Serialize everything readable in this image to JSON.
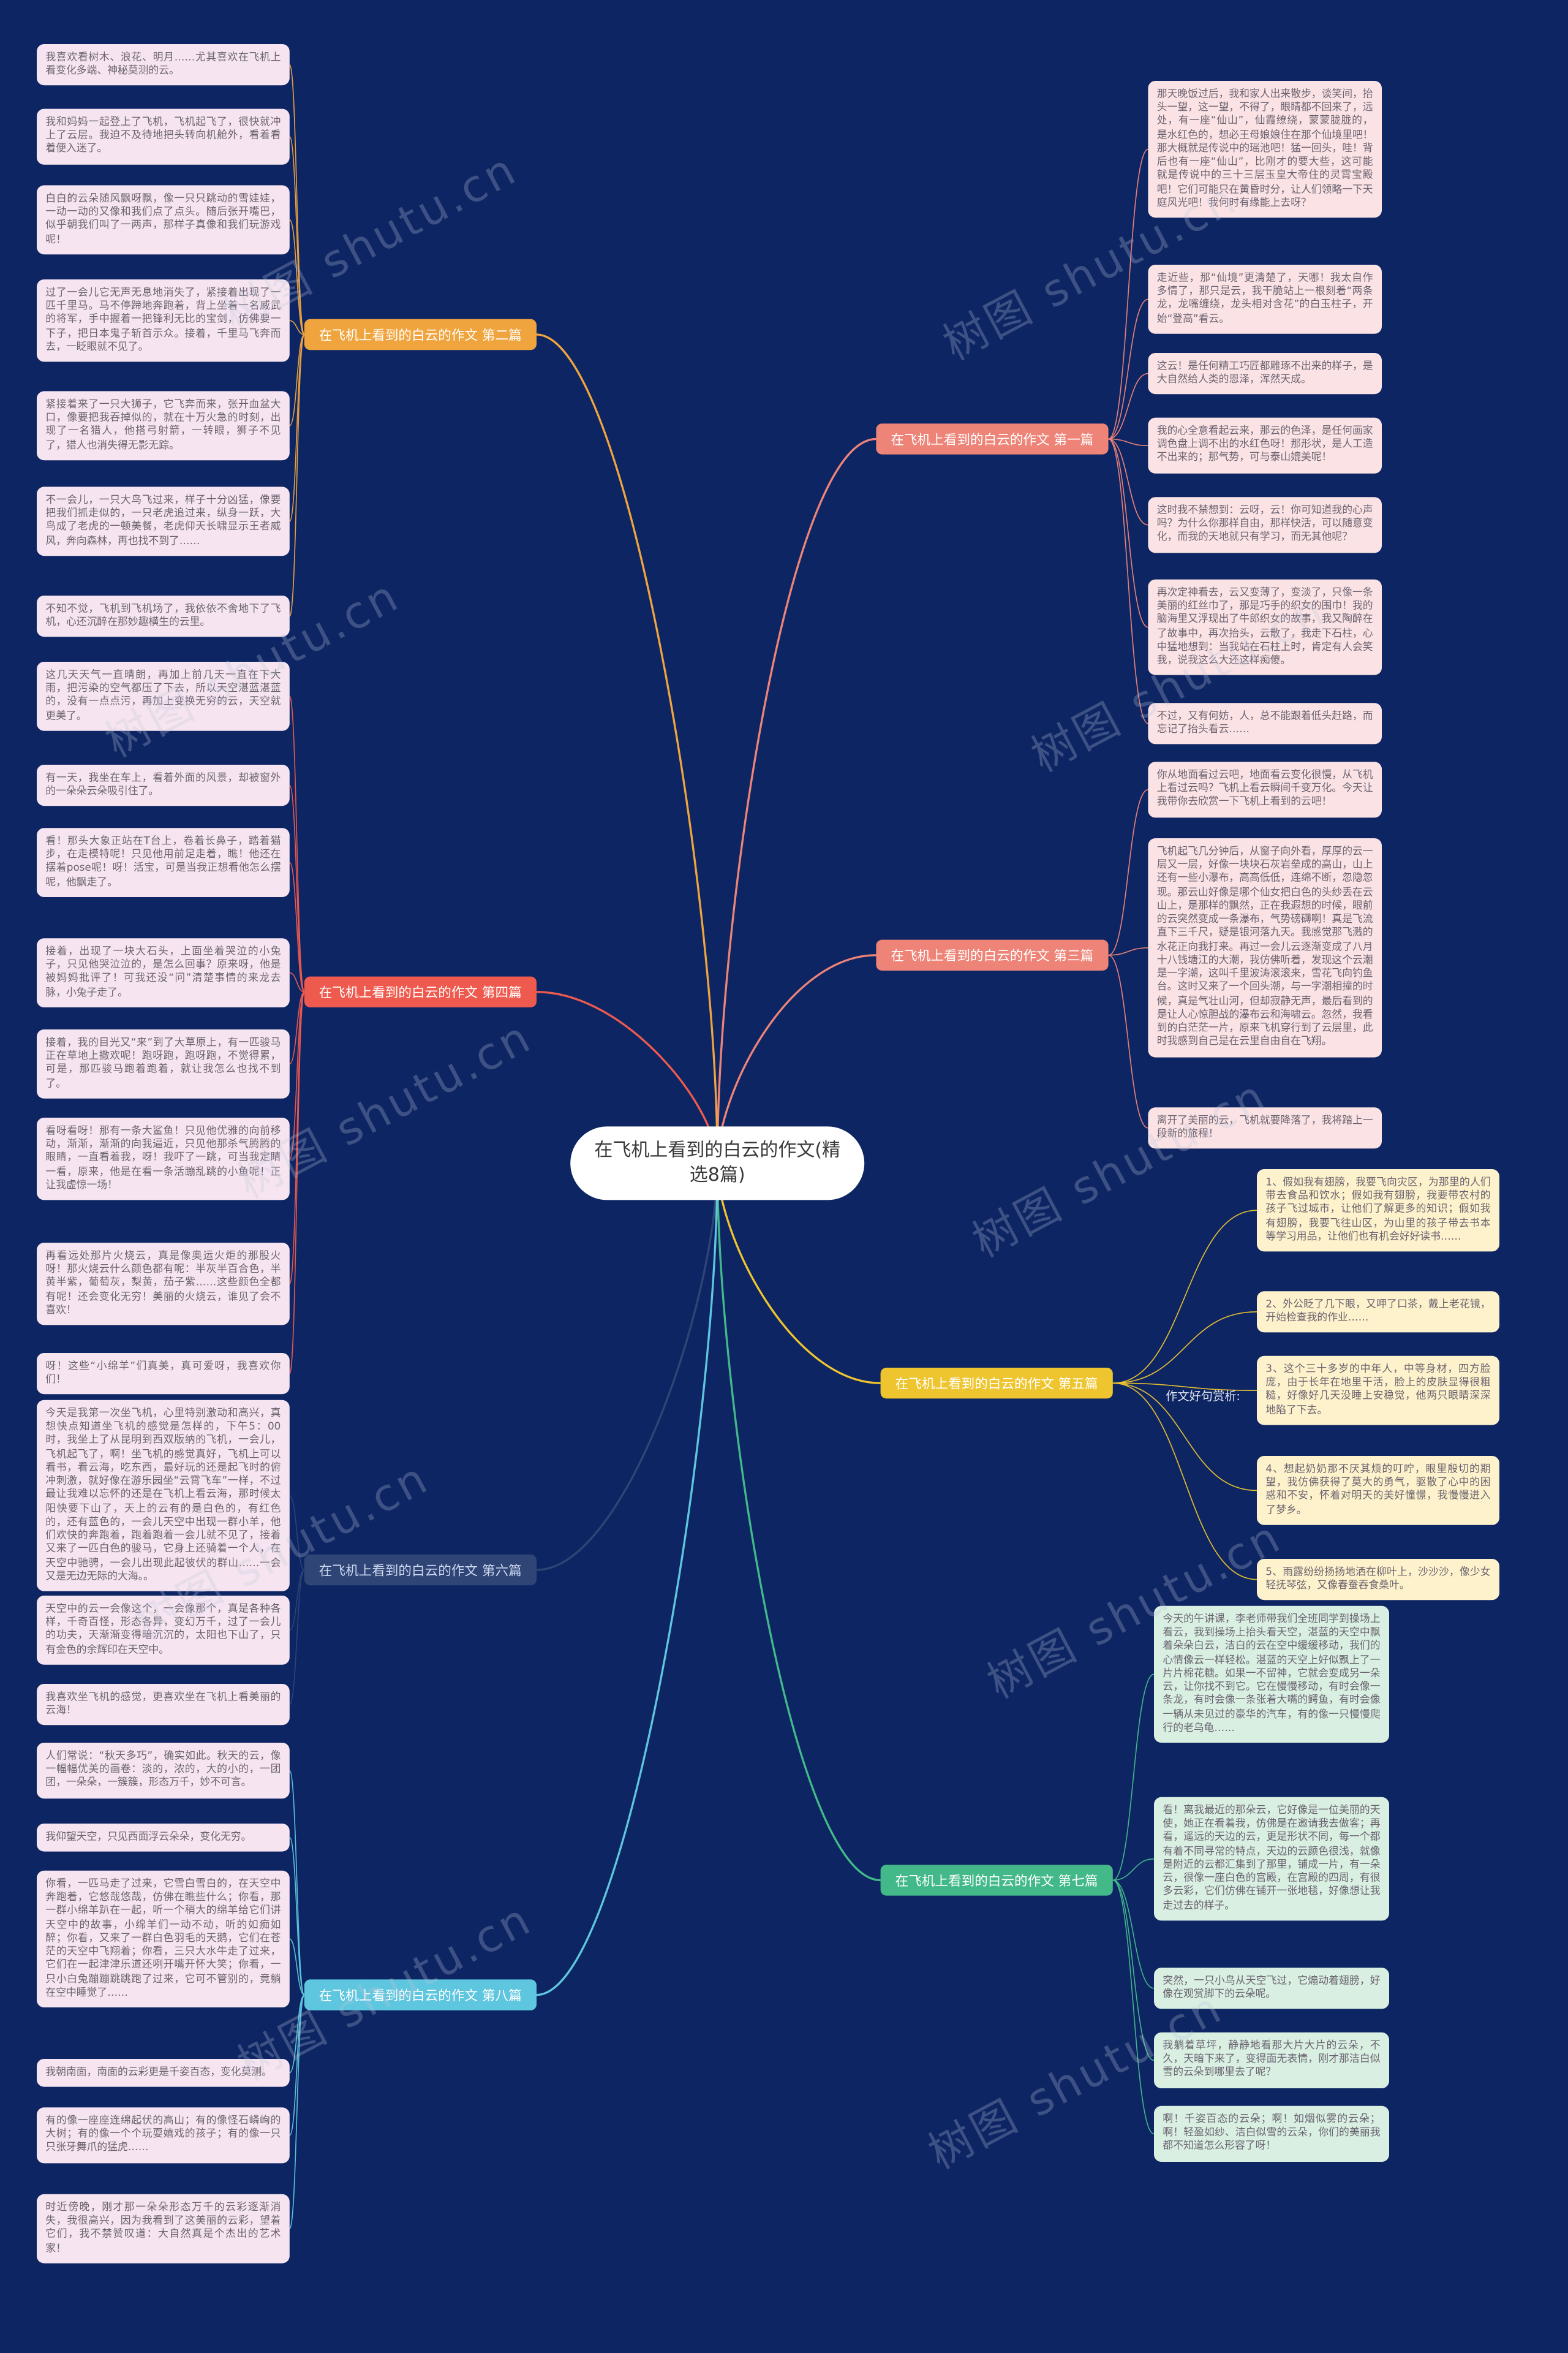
{
  "center": {
    "title": "在飞机上看到的白云的作文(精选8篇)"
  },
  "watermark": {
    "text": "树图 shutu.cn"
  },
  "annotation": {
    "label": "作文好句赏析:"
  },
  "branches": [
    {
      "id": "b1",
      "label": "在飞机上看到的白云的作文 第一篇",
      "color": "#ee8478",
      "text_color": "#ffffff"
    },
    {
      "id": "b2",
      "label": "在飞机上看到的白云的作文 第二篇",
      "color": "#f0a43e",
      "text_color": "#ffffff"
    },
    {
      "id": "b3",
      "label": "在飞机上看到的白云的作文 第三篇",
      "color": "#ee8478",
      "text_color": "#ffffff"
    },
    {
      "id": "b4",
      "label": "在飞机上看到的白云的作文 第四篇",
      "color": "#ef5a4e",
      "text_color": "#ffffff"
    },
    {
      "id": "b5",
      "label": "在飞机上看到的白云的作文 第五篇",
      "color": "#eec52e",
      "text_color": "#ffffff"
    },
    {
      "id": "b6",
      "label": "在飞机上看到的白云的作文 第六篇",
      "color": "#2f4576",
      "text_color": "#ccd7ef"
    },
    {
      "id": "b7",
      "label": "在飞机上看到的白云的作文 第七篇",
      "color": "#43b98a",
      "text_color": "#ffffff"
    },
    {
      "id": "b8",
      "label": "在飞机上看到的白云的作文 第八篇",
      "color": "#5ec6de",
      "text_color": "#ffffff"
    }
  ],
  "paragraphs": {
    "left": [
      "我喜欢看树木、浪花、明月……尤其喜欢在飞机上看变化多端、神秘莫测的云。",
      "我和妈妈一起登上了飞机，飞机起飞了，很快就冲上了云层。我迫不及待地把头转向机舱外，看着看着便入迷了。",
      "白白的云朵随风飘呀飘，像一只只跳动的雪娃娃，一动一动的又像和我们点了点头。随后张开嘴巴，似乎朝我们叫了一两声，那样子真像和我们玩游戏呢！",
      "过了一会儿它无声无息地消失了，紧接着出现了一匹千里马。马不停蹄地奔跑着，背上坐着一名威武的将军，手中握着一把锋利无比的宝剑，仿佛要一下子，把日本鬼子斩首示众。接着，千里马飞奔而去，一眨眼就不见了。",
      "紧接着来了一只大狮子，它飞奔而来，张开血盆大口，像要把我吞掉似的，就在十万火急的时刻，出现了一名猎人，他搭弓射箭，一转眼，狮子不见了，猎人也消失得无影无踪。",
      "不一会儿，一只大鸟飞过来，样子十分凶猛，像要把我们抓走似的，一只老虎追过来，纵身一跃，大鸟成了老虎的一顿美餐，老虎仰天长啸显示王者威风，奔向森林，再也找不到了……",
      "不知不觉，飞机到飞机场了，我依依不舍地下了飞机，心还沉醉在那妙趣横生的云里。",
      "这几天天气一直晴朗，再加上前几天一直在下大雨，把污染的空气都压了下去，所以天空湛蓝湛蓝的，没有一点点污，再加上变换无穷的云，天空就更美了。",
      "有一天，我坐在车上，看着外面的风景，却被窗外的一朵朵云朵吸引住了。",
      "看！那头大象正站在T台上，卷着长鼻子，踏着猫步，在走模特呢！只见他用前足走着，瞧！他还在摆着pose呢！呀！活宝，可是当我正想看他怎么摆呢，他飘走了。",
      "接着，出现了一块大石头，上面坐着哭泣的小兔子，只见他哭泣泣的，是怎么回事？原来呀，他是被妈妈批评了！可我还没“问”清楚事情的来龙去脉，小兔子走了。",
      "接着，我的目光又“来”到了大草原上，有一匹骏马正在草地上撒欢呢！跑呀跑，跑呀跑，不觉得累，可是，那匹骏马跑着跑着，就让我怎么也找不到了。",
      "看呀看呀！那有一条大鲨鱼！只见他优雅的向前移动，渐渐，渐渐的向我逼近，只见他那杀气腾腾的眼睛，一直看着我，呀！我吓了一跳，可当我定睛一看，原来，他是在看一条活蹦乱跳的小鱼呢！正让我虚惊一场！",
      "再看远处那片火烧云，真是像奥运火炬的那股火呀！那火烧云什么颜色都有呢：半灰半百合色，半黄半紫，葡萄灰，梨黄，茄子紫……这些颜色全都有呢！还会变化无穷！美丽的火烧云，谁见了会不喜欢！",
      "呀！这些“小绵羊”们真美，真可爱呀，我喜欢你们！",
      "今天是我第一次坐飞机，心里特别激动和高兴，真想快点知道坐飞机的感觉是怎样的，下午5：00时，我坐上了从昆明到西双版纳的飞机，一会儿，飞机起飞了，啊！坐飞机的感觉真好，飞机上可以看书，看云海，吃东西，最好玩的还是起飞时的俯冲刺激，就好像在游乐园坐“云霄飞车”一样，不过最让我难以忘怀的还是在飞机上看云海，那时候太阳快要下山了，天上的云有的是白色的，有红色的，还有蓝色的，一会儿天空中出现一群小羊，他们欢快的奔跑着，跑着跑着一会儿就不见了，接着又来了一匹白色的骏马，它身上还骑着一个人，在天空中驰骋，一会儿出现此起彼伏的群山……一会又是无边无际的大海。。",
      "天空中的云一会像这个，一会像那个，真是各种各样，千奇百怪，形态各异，变幻万千，过了一会儿的功夫，天渐渐变得暗沉沉的，太阳也下山了，只有金色的余辉印在天空中。",
      "我喜欢坐飞机的感觉，更喜欢坐在飞机上看美丽的云海！",
      "人们常说：“秋天多巧”，确实如此。秋天的云，像一幅幅优美的画卷：淡的，浓的，大的小的，一团团，一朵朵，一簇簇，形态万千，妙不可言。",
      "我仰望天空，只见西面浮云朵朵，变化无穷。",
      "你看，一匹马走了过来，它雪白雪白的，在天空中奔跑着，它悠哉悠哉，仿佛在瞧些什么；你看，那一群小绵羊趴在一起，听一个稍大的绵羊给它们讲天空中的故事，小绵羊们一动不动，听的如痴如醉；你看，又来了一群白色羽毛的天鹅，它们在苍茫的天空中飞翔着；你看，三只大水牛走了过来，它们在一起津津乐道还咧开嘴开怀大笑；你看，一只小白兔蹦蹦跳跳跑了过来，它可不管别的，竟躺在空中睡觉了……",
      "我朝南面，南面的云彩更是千姿百态，变化莫测。",
      "有的像一座座连绵起伏的高山；有的像怪石嶙峋的大树；有的像一个个玩耍嬉戏的孩子；有的像一只只张牙舞爪的猛虎……",
      "时近傍晚，刚才那一朵朵形态万千的云彩逐渐消失，我很高兴，因为我看到了这美丽的云彩，望着它们，我不禁赞叹道：大自然真是个杰出的艺术家！"
    ],
    "right_pink": [
      "那天晚饭过后，我和家人出来散步，谈笑间，抬头一望，这一望，不得了，眼睛都不回来了，远处，有一座“仙山”，仙霞缭绕，蒙蒙胧胧的，是水红色的，想必王母娘娘住在那个仙境里吧！那大概就是传说中的瑶池吧！猛一回头，哇！背后也有一座“仙山”，比刚才的要大些，这可能就是传说中的三十三层玉皇大帝住的灵霄宝殿吧！它们可能只在黄昏时分，让人们领略一下天庭风光吧！我何时有缘能上去呀？",
      "走近些，那“仙境”更清楚了，天哪！我太自作多情了，那只是云，我干脆站上一根刻着“两条龙，龙嘴缠绕，龙头相对含花”的白玉柱子，开始“登高”看云。",
      "这云！是任何精工巧匠都雕琢不出来的样子，是大自然给人类的恩泽，浑然天成。",
      "我的心全意看起云来，那云的色泽，是任何画家调色盘上调不出的水红色呀！那形状，是人工造不出来的；那气势，可与泰山媲美呢！",
      "这时我不禁想到：云呀，云！你可知道我的心声吗？为什么你那样自由，那样快活，可以随意变化，而我的天地就只有学习，而无其他呢？",
      "再次定神看去，云又变薄了，变淡了，只像一条美丽的红丝巾了，那是巧手的织女的围巾！我的脑海里又浮现出了牛郎织女的故事，我又陶醉在了故事中，再次抬头，云散了，我走下石柱，心中猛地想到：当我站在石柱上时，肯定有人会笑我，说我这么大还这样痴傻。",
      "不过，又有何妨，人，总不能跟着低头赶路，而忘记了抬头看云……",
      "你从地面看过云吧，地面看云变化很慢，从飞机上看过云吗？飞机上看云瞬间千变万化。今天让我带你去欣赏一下飞机上看到的云吧！",
      "飞机起飞几分钟后，从窗子向外看，厚厚的云一层又一层，好像一块块石灰岩垒成的高山，山上还有一些小瀑布，高高低低，连绵不断，忽隐忽现。那云山好像是哪个仙女把白色的头纱丢在云山上，是那样的飘然，正在我遐想的时候，眼前的云突然变成一条瀑布，气势磅礴啊！真是飞流直下三千尺，疑是银河落九天。我感觉那飞溅的水花正向我打来。再过一会儿云逐渐变成了八月十八钱塘江的大潮，我仿佛听着，发现这个云潮是一字潮，这叫千里波涛滚滚来，雪花飞向钓鱼台。这时又来了一个回头潮，与一字潮相撞的时候，真是气壮山河，但却寂静无声，最后看到的是让人心惊胆战的瀑布云和海啸云。忽然，我看到的白茫茫一片，原来飞机穿行到了云层里，此时我感到自己是在云里自由自在飞翔。",
      "离开了美丽的云，飞机就要降落了，我将踏上一段新的旅程！"
    ],
    "yellow": [
      "1、假如我有翅膀，我要飞向灾区，为那里的人们带去食品和饮水；假如我有翅膀，我要带农村的孩子飞过城市，让他们了解更多的知识；假如我有翅膀，我要飞往山区，为山里的孩子带去书本等学习用品，让他们也有机会好好读书……",
      "2、外公眨了几下眼，又呷了口茶，戴上老花镜，开始检查我的作业……",
      "3、这个三十多岁的中年人，中等身材，四方脸庞，由于长年在地里干活，脸上的皮肤显得很粗糙，好像好几天没睡上安稳觉，他两只眼睛深深地陷了下去。",
      "4、想起奶奶那不厌其烦的叮咛，眼里殷切的期望，我仿佛获得了莫大的勇气，驱散了心中的困惑和不安，怀着对明天的美好憧憬，我慢慢进入了梦乡。",
      "5、雨露纷纷扬扬地洒在柳叶上，沙沙沙，像少女轻抚琴弦，又像春蚕吞食桑叶。"
    ],
    "green": [
      "今天的午讲课，李老师带我们全班同学到操场上看云，我到操场上抬头看天空，湛蓝的天空中飘着朵朵白云，洁白的云在空中缓缓移动，我们的心情像云一样轻松。湛蓝的天空上好似飘上了一片片棉花糖。如果一不留神，它就会变成另一朵云，让你找不到它。它在慢慢移动，有时会像一条龙，有时会像一条张着大嘴的鳄鱼，有时会像一辆从未见过的豪华的汽车，有的像一只慢慢爬行的老乌龟……",
      "看！离我最近的那朵云，它好像是一位美丽的天使，她正在看着我，仿佛是在邀请我去做客；再看，遥远的天边的云，更是形状不同，每一个都有着不同寻常的特点，天边的云颜色很浅，就像是附近的云都汇集到了那里，铺成一片，有一朵云，很像一座白色的宫殿，在宫殿的四周，有很多云彩，它们仿佛在铺开一张地毯，好像想让我走过去的样子。",
      "突然，一只小鸟从天空飞过，它煽动着翅膀，好像在观赏脚下的云朵呢。",
      "我躺着草坪，静静地看那大片大片的云朵，不久，天暗下来了，变得面无表情，刚才那洁白似雪的云朵到哪里去了呢？",
      "啊！千姿百态的云朵；啊！如烟似雾的云朵；啊！轻盈如纱、洁白似雪的云朵，你们的美丽我都不知道怎么形容了呀！"
    ]
  }
}
